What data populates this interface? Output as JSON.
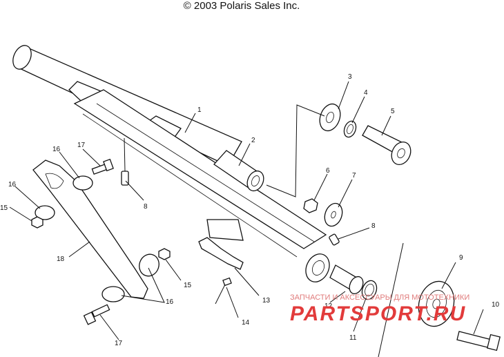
{
  "header": {
    "copyright": "© 2003 Polaris Sales Inc."
  },
  "callouts": {
    "c1": "1",
    "c2": "2",
    "c3": "3",
    "c4": "4",
    "c5": "5",
    "c6": "6",
    "c7": "7",
    "c8a": "8",
    "c8b": "8",
    "c9": "9",
    "c10": "10",
    "c11": "11",
    "c12": "12",
    "c13": "13",
    "c14": "14",
    "c15a": "15",
    "c15b": "15",
    "c16a": "16",
    "c16b": "16",
    "c16c": "16",
    "c17a": "17",
    "c17b": "17",
    "c18": "18"
  },
  "watermark": {
    "caption": "ЗАПЧАСТИ И АКСЕССУАРЫ ДЛЯ МОТОТЕХНИКИ",
    "logo": "PARTSPORT.RU"
  }
}
